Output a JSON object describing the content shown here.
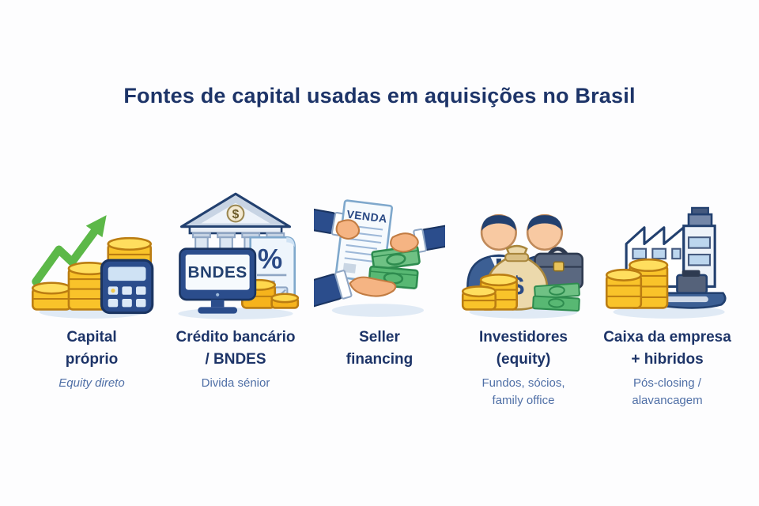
{
  "page": {
    "title": "Fontes de capital usadas em aquisições no Brasil"
  },
  "colors": {
    "title_navy": "#1d3468",
    "subtitle_blue": "#4f6fa6",
    "coin_gold": "#f9c32a",
    "coin_outline": "#bb7d12",
    "arrow_green": "#5cb848",
    "cash_green": "#58b873",
    "cash_outline": "#2e8c4f",
    "suit_navy": "#3c5f94",
    "outline_navy": "#22406f",
    "device_navy": "#2b4d8c",
    "skin": "#f5b483",
    "bag_tan": "#ecd9ac",
    "shadow_blue": "#e0eaf5"
  },
  "icon_labels": {
    "bank_pediment_dollar": "$",
    "monitor_screen": "BNDES",
    "rate_document_percent": "%",
    "sale_document": "VENDA",
    "money_bag_dollar": "$"
  },
  "columns": [
    {
      "name": "capital-proprio",
      "icon": "coins-growth-calculator-icon",
      "title_lines": [
        "Capital",
        "próprio"
      ],
      "subtitle_lines": [
        "Equity direto"
      ]
    },
    {
      "name": "credito-bancario-bndes",
      "icon": "bank-bndes-monitor-icon",
      "title_lines": [
        "Crédito bancário",
        "/ BNDES"
      ],
      "subtitle_lines": [
        "Divida sénior"
      ]
    },
    {
      "name": "seller-financing",
      "icon": "sale-contract-cash-exchange-icon",
      "title_lines": [
        "Seller",
        "financing"
      ],
      "subtitle_lines": []
    },
    {
      "name": "investidores-equity",
      "icon": "investors-moneybag-briefcase-icon",
      "title_lines": [
        "Investidores",
        "(equity)"
      ],
      "subtitle_lines": [
        "Fundos, sócios,",
        "family office"
      ]
    },
    {
      "name": "caixa-empresa-hibridos",
      "icon": "factory-coins-truck-icon",
      "title_lines": [
        "Caixa da empresa",
        "+ hibridos"
      ],
      "subtitle_lines": [
        "Pós-closing /",
        "alavancagem"
      ]
    }
  ]
}
